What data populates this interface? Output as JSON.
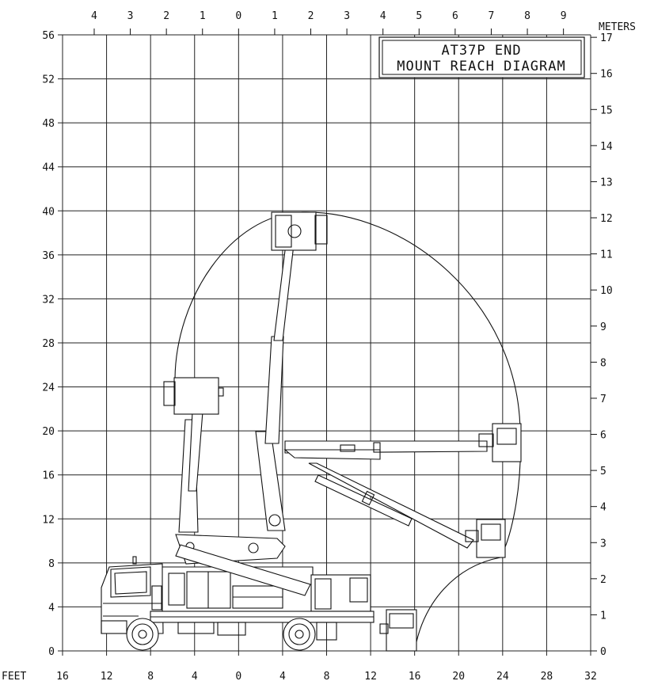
{
  "title": {
    "line1": "AT37P END",
    "line2": "MOUNT REACH DIAGRAM"
  },
  "axes": {
    "feet_unit_label": "FEET",
    "meters_unit_label": "METERS",
    "feet_x_ticks": [
      "16",
      "12",
      "8",
      "4",
      "0",
      "4",
      "8",
      "12",
      "16",
      "20",
      "24",
      "28",
      "32"
    ],
    "feet_y_ticks": [
      "0",
      "4",
      "8",
      "12",
      "16",
      "20",
      "24",
      "28",
      "32",
      "36",
      "40",
      "44",
      "48",
      "52",
      "56"
    ],
    "meters_x_ticks": [
      "4",
      "3",
      "2",
      "1",
      "0",
      "1",
      "2",
      "3",
      "4",
      "5",
      "6",
      "7",
      "8",
      "9"
    ],
    "meters_y_ticks": [
      "0",
      "1",
      "2",
      "3",
      "4",
      "5",
      "6",
      "7",
      "8",
      "9",
      "10",
      "11",
      "12",
      "13",
      "14",
      "15",
      "16",
      "17"
    ]
  }
}
